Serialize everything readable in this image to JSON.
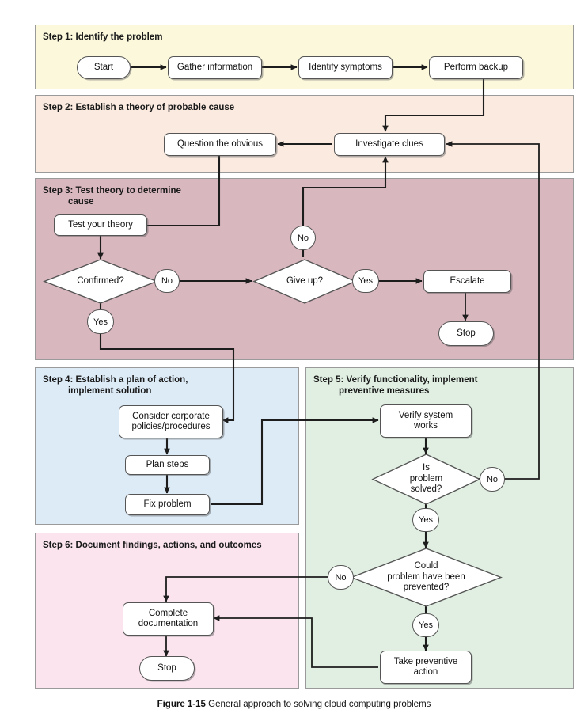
{
  "figure": {
    "caption_label": "Figure 1-15",
    "caption_text": " General approach to solving cloud computing problems"
  },
  "panels": [
    {
      "id": "step1",
      "title": "Step 1: Identify the problem",
      "color": "#fbf8dc"
    },
    {
      "id": "step2",
      "title": "Step 2: Establish a theory of probable cause",
      "color": "#faeae0"
    },
    {
      "id": "step3",
      "title": "Step 3: Test theory to determine\n          cause",
      "color": "#d9b7bf"
    },
    {
      "id": "step4",
      "title": "Step 4: Establish a plan of action,\n          implement solution",
      "color": "#ddebf7"
    },
    {
      "id": "step5",
      "title": "Step 5: Verify functionality, implement\n          preventive measures",
      "color": "#e0efe2"
    },
    {
      "id": "step6",
      "title": "Step 6: Document findings, actions, and outcomes",
      "color": "#fbe4ee"
    }
  ],
  "nodes": {
    "start": "Start",
    "gather_information": "Gather information",
    "identify_symptoms": "Identify symptoms",
    "perform_backup": "Perform backup",
    "question_the_obvious": "Question the obvious",
    "investigate_clues": "Investigate clues",
    "test_your_theory": "Test your theory",
    "confirmed": "Confirmed?",
    "give_up": "Give up?",
    "escalate": "Escalate",
    "stop_escalate": "Stop",
    "consider_corporate": "Consider corporate\npolicies/procedures",
    "plan_steps": "Plan steps",
    "fix_problem": "Fix problem",
    "verify_system_works": "Verify system\nworks",
    "is_problem_solved": "Is\nproblem\nsolved?",
    "could_prevented": "Could\nproblem have been\nprevented?",
    "take_preventive_action": "Take preventive\naction",
    "complete_documentation": "Complete\ndocumentation",
    "stop_document": "Stop"
  },
  "edge_labels": {
    "confirmed_no": "No",
    "confirmed_yes": "Yes",
    "giveup_no": "No",
    "giveup_yes": "Yes",
    "solved_no": "No",
    "solved_yes": "Yes",
    "prevented_no": "No",
    "prevented_yes": "Yes"
  },
  "chart_data": {
    "type": "diagram",
    "title": "General approach to solving cloud computing problems",
    "flow": [
      {
        "from": "Start",
        "to": "Gather information"
      },
      {
        "from": "Gather information",
        "to": "Identify symptoms"
      },
      {
        "from": "Identify symptoms",
        "to": "Perform backup"
      },
      {
        "from": "Perform backup",
        "to": "Investigate clues"
      },
      {
        "from": "Investigate clues",
        "to": "Question the obvious"
      },
      {
        "from": "Question the obvious",
        "to": "Test your theory"
      },
      {
        "from": "Test your theory",
        "to": "Confirmed?"
      },
      {
        "from": "Confirmed?",
        "to": "Give up?",
        "label": "No"
      },
      {
        "from": "Confirmed?",
        "to": "Consider corporate policies/procedures",
        "label": "Yes"
      },
      {
        "from": "Give up?",
        "to": "Investigate clues",
        "label": "No"
      },
      {
        "from": "Give up?",
        "to": "Escalate",
        "label": "Yes"
      },
      {
        "from": "Escalate",
        "to": "Stop"
      },
      {
        "from": "Consider corporate policies/procedures",
        "to": "Plan steps"
      },
      {
        "from": "Plan steps",
        "to": "Fix problem"
      },
      {
        "from": "Fix problem",
        "to": "Verify system works"
      },
      {
        "from": "Verify system works",
        "to": "Is problem solved?"
      },
      {
        "from": "Is problem solved?",
        "to": "Investigate clues",
        "label": "No"
      },
      {
        "from": "Is problem solved?",
        "to": "Could problem have been prevented?",
        "label": "Yes"
      },
      {
        "from": "Could problem have been prevented?",
        "to": "Complete documentation",
        "label": "No"
      },
      {
        "from": "Could problem have been prevented?",
        "to": "Take preventive action",
        "label": "Yes"
      },
      {
        "from": "Take preventive action",
        "to": "Complete documentation"
      },
      {
        "from": "Complete documentation",
        "to": "Stop"
      }
    ]
  }
}
